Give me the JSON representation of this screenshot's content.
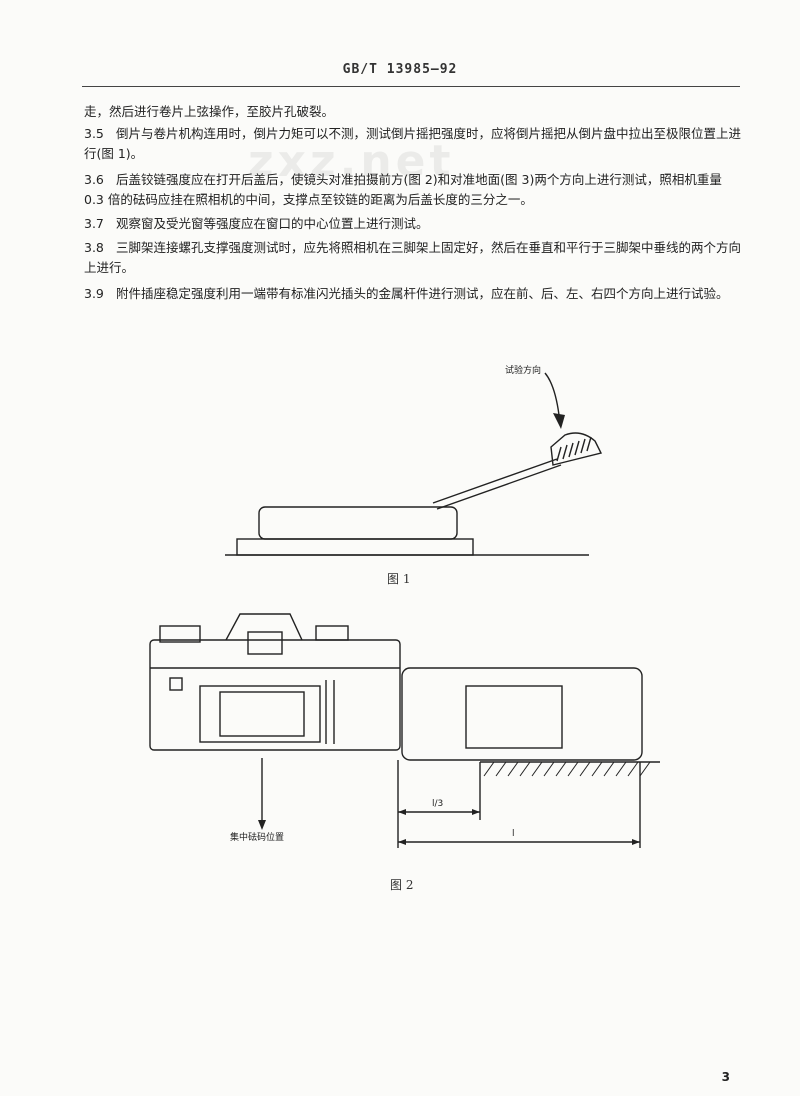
{
  "header": {
    "title": "GB/T 13985—92"
  },
  "watermark": "zxz.net",
  "paragraphs": [
    {
      "num": "",
      "text": "走，然后进行卷片上弦操作，至胶片孔破裂。"
    },
    {
      "num": "3.5",
      "text": "倒片与卷片机构连用时，倒片力矩可以不测，测试倒片摇把强度时，应将倒片摇把从倒片盘中拉出至极限位置上进行(图 1)。"
    },
    {
      "num": "3.6",
      "text": "后盖铰链强度应在打开后盖后，使镜头对准拍摄前方(图 2)和对准地面(图 3)两个方向上进行测试，照相机重量 0.3 倍的砝码应挂在照相机的中间，支撑点至铰链的距离为后盖长度的三分之一。"
    },
    {
      "num": "3.7",
      "text": "观察窗及受光窗等强度应在窗口的中心位置上进行测试。"
    },
    {
      "num": "3.8",
      "text": "三脚架连接螺孔支撑强度测试时，应先将照相机在三脚架上固定好，然后在垂直和平行于三脚架中垂线的两个方向上进行。"
    },
    {
      "num": "3.9",
      "text": "附件插座稳定强度利用一端带有标准闪光插头的金属杆件进行测试，应在前、后、左、右四个方向上进行试验。"
    }
  ],
  "figure1": {
    "caption": "图 1",
    "arrow_label": "试验方向"
  },
  "figure2": {
    "caption": "图 2",
    "weight_label": "集中砝码位置",
    "dim_short": "l/3",
    "dim_long": "l"
  },
  "page_number": "3"
}
